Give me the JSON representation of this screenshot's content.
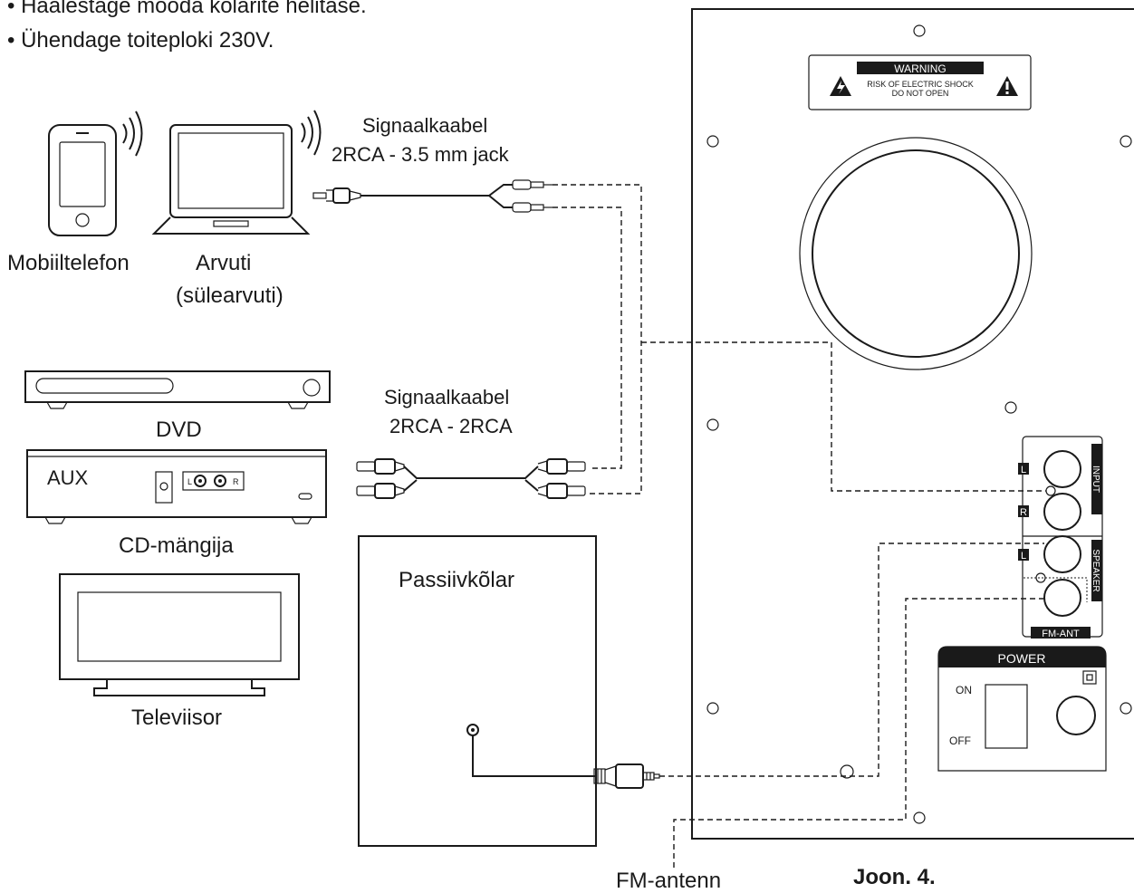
{
  "instructions": [
    "• Häälestage mööda kõlarite helitase.",
    "• Ühendage toiteploki 230V."
  ],
  "devices": {
    "phone": "Mobiiltelefon",
    "laptop_line1": "Arvuti",
    "laptop_line2": "(sülearvuti)",
    "dvd": "DVD",
    "cd_player": "CD-mängija",
    "cd_aux": "AUX",
    "cd_l": "L",
    "cd_r": "R",
    "tv": "Televiisor",
    "passive_speaker": "Passiivkõlar"
  },
  "cables": {
    "jack_line1": "Signaalkaabel",
    "jack_line2": "2RCA - 3.5 mm jack",
    "rca_line1": "Signaalkaabel",
    "rca_line2": "2RCA - 2RCA"
  },
  "panel": {
    "warning_title": "WARNING",
    "warning_line1": "RISK OF ELECTRIC SHOCK",
    "warning_line2": "DO NOT OPEN",
    "input": "INPUT",
    "speaker": "SPEAKER",
    "fm_ant": "FM-ANT",
    "l": "L",
    "r": "R",
    "power": "POWER",
    "on": "ON",
    "off": "OFF"
  },
  "fm_antenna": "FM-antenn",
  "figure": "Joon. 4."
}
